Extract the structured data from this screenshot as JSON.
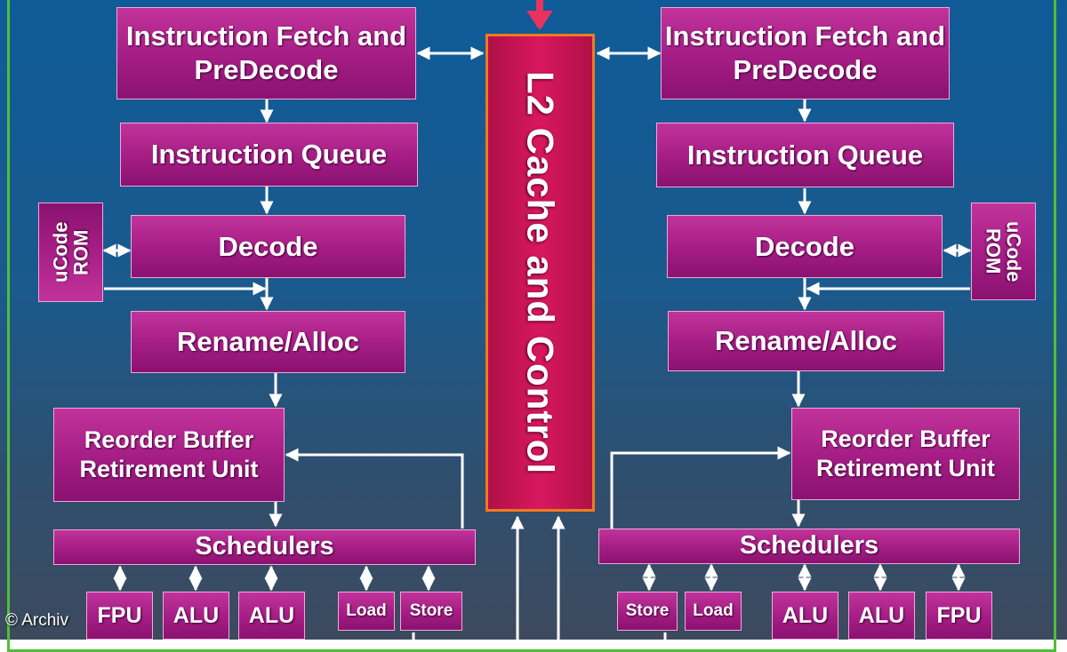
{
  "l2": {
    "label": "L2 Cache and Control"
  },
  "left_core": {
    "fetch": "Instruction Fetch and PreDecode",
    "queue": "Instruction Queue",
    "ucode": "uCode ROM",
    "decode": "Decode",
    "rename": "Rename/Alloc",
    "reorder": "Reorder Buffer Retirement Unit",
    "schedulers": "Schedulers",
    "units": [
      "FPU",
      "ALU",
      "ALU",
      "Load",
      "Store"
    ]
  },
  "right_core": {
    "fetch": "Instruction Fetch and PreDecode",
    "queue": "Instruction Queue",
    "ucode": "uCode ROM",
    "decode": "Decode",
    "rename": "Rename/Alloc",
    "reorder": "Reorder Buffer Retirement Unit",
    "schedulers": "Schedulers",
    "units": [
      "Store",
      "Load",
      "ALU",
      "ALU",
      "FPU"
    ]
  },
  "credit": "© Archiv",
  "colors": {
    "block": "#a41d84",
    "l2": "#d8185e",
    "l2_border": "#f07a1e",
    "frame": "#4fbf3a",
    "wire": "#ffffff",
    "input_arrow": "#e8335e"
  }
}
